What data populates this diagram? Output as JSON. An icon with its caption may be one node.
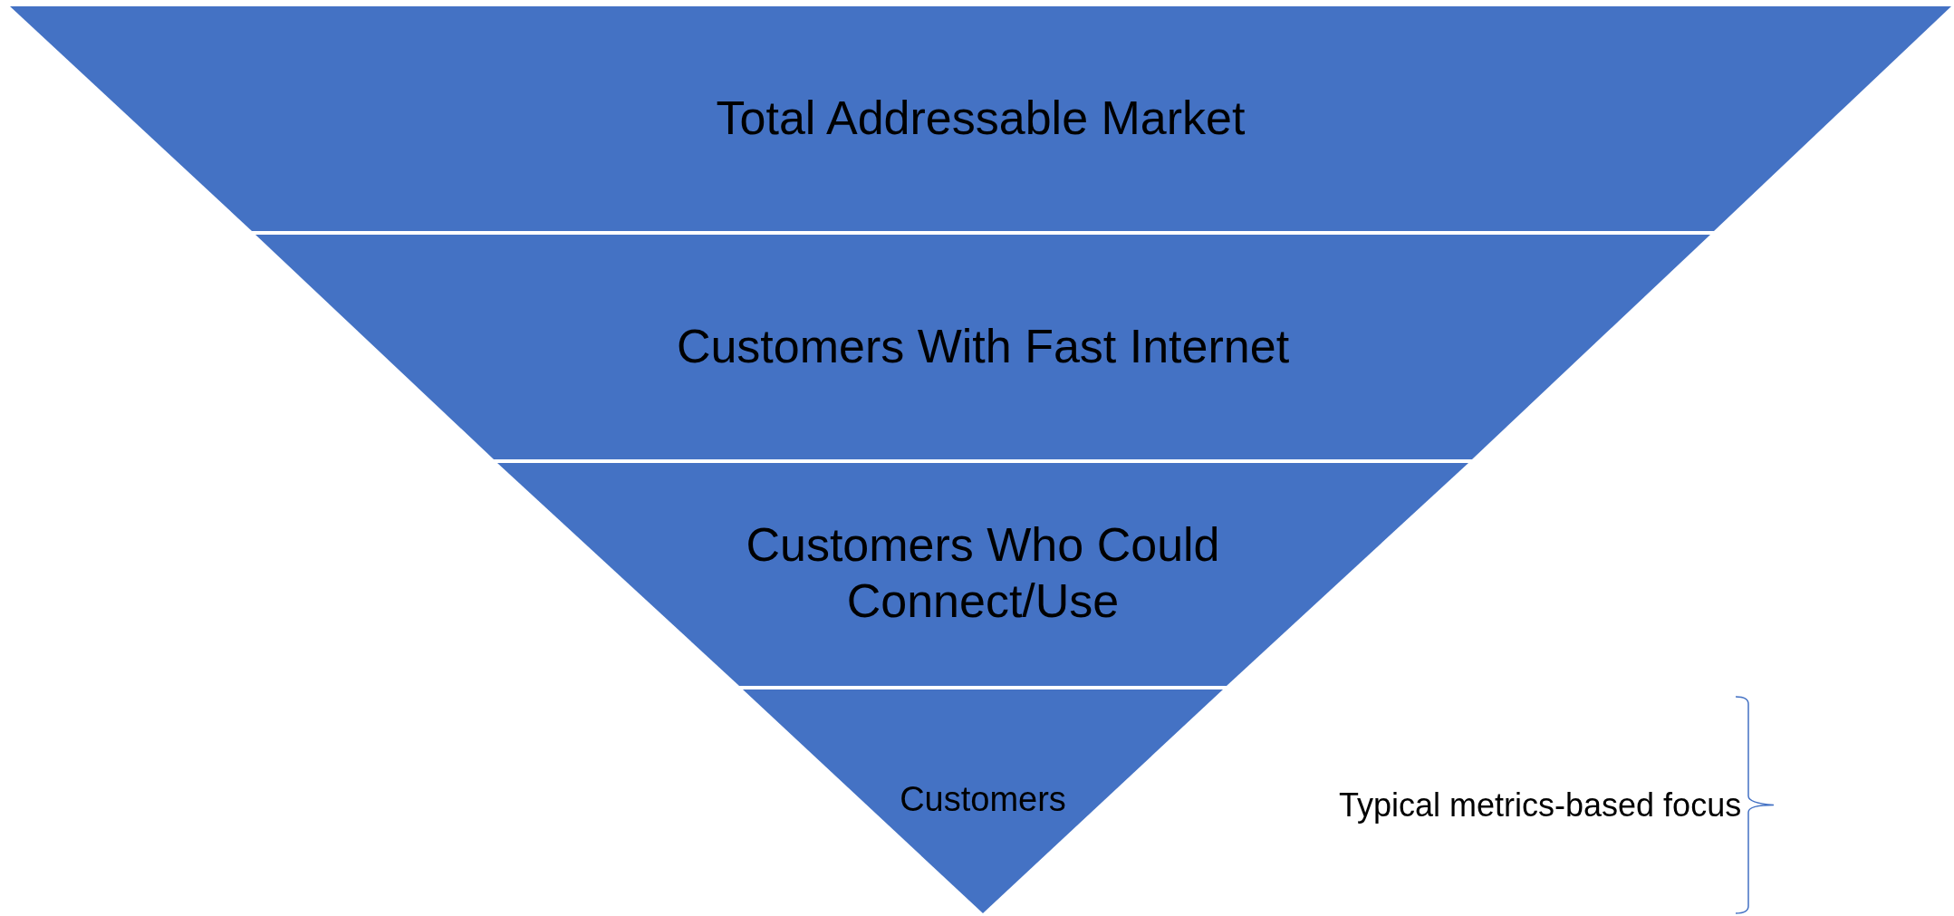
{
  "diagram": {
    "nodes": [
      {
        "text": [
          "Total Addressable Market"
        ]
      },
      {
        "text": [
          "Customers With Fast Internet"
        ]
      },
      {
        "text": [
          "Customers Who Could Connect/Use"
        ]
      },
      {
        "text": [
          "Customers"
        ],
        "beside": [
          "Typical metrics-based focus"
        ]
      }
    ]
  }
}
